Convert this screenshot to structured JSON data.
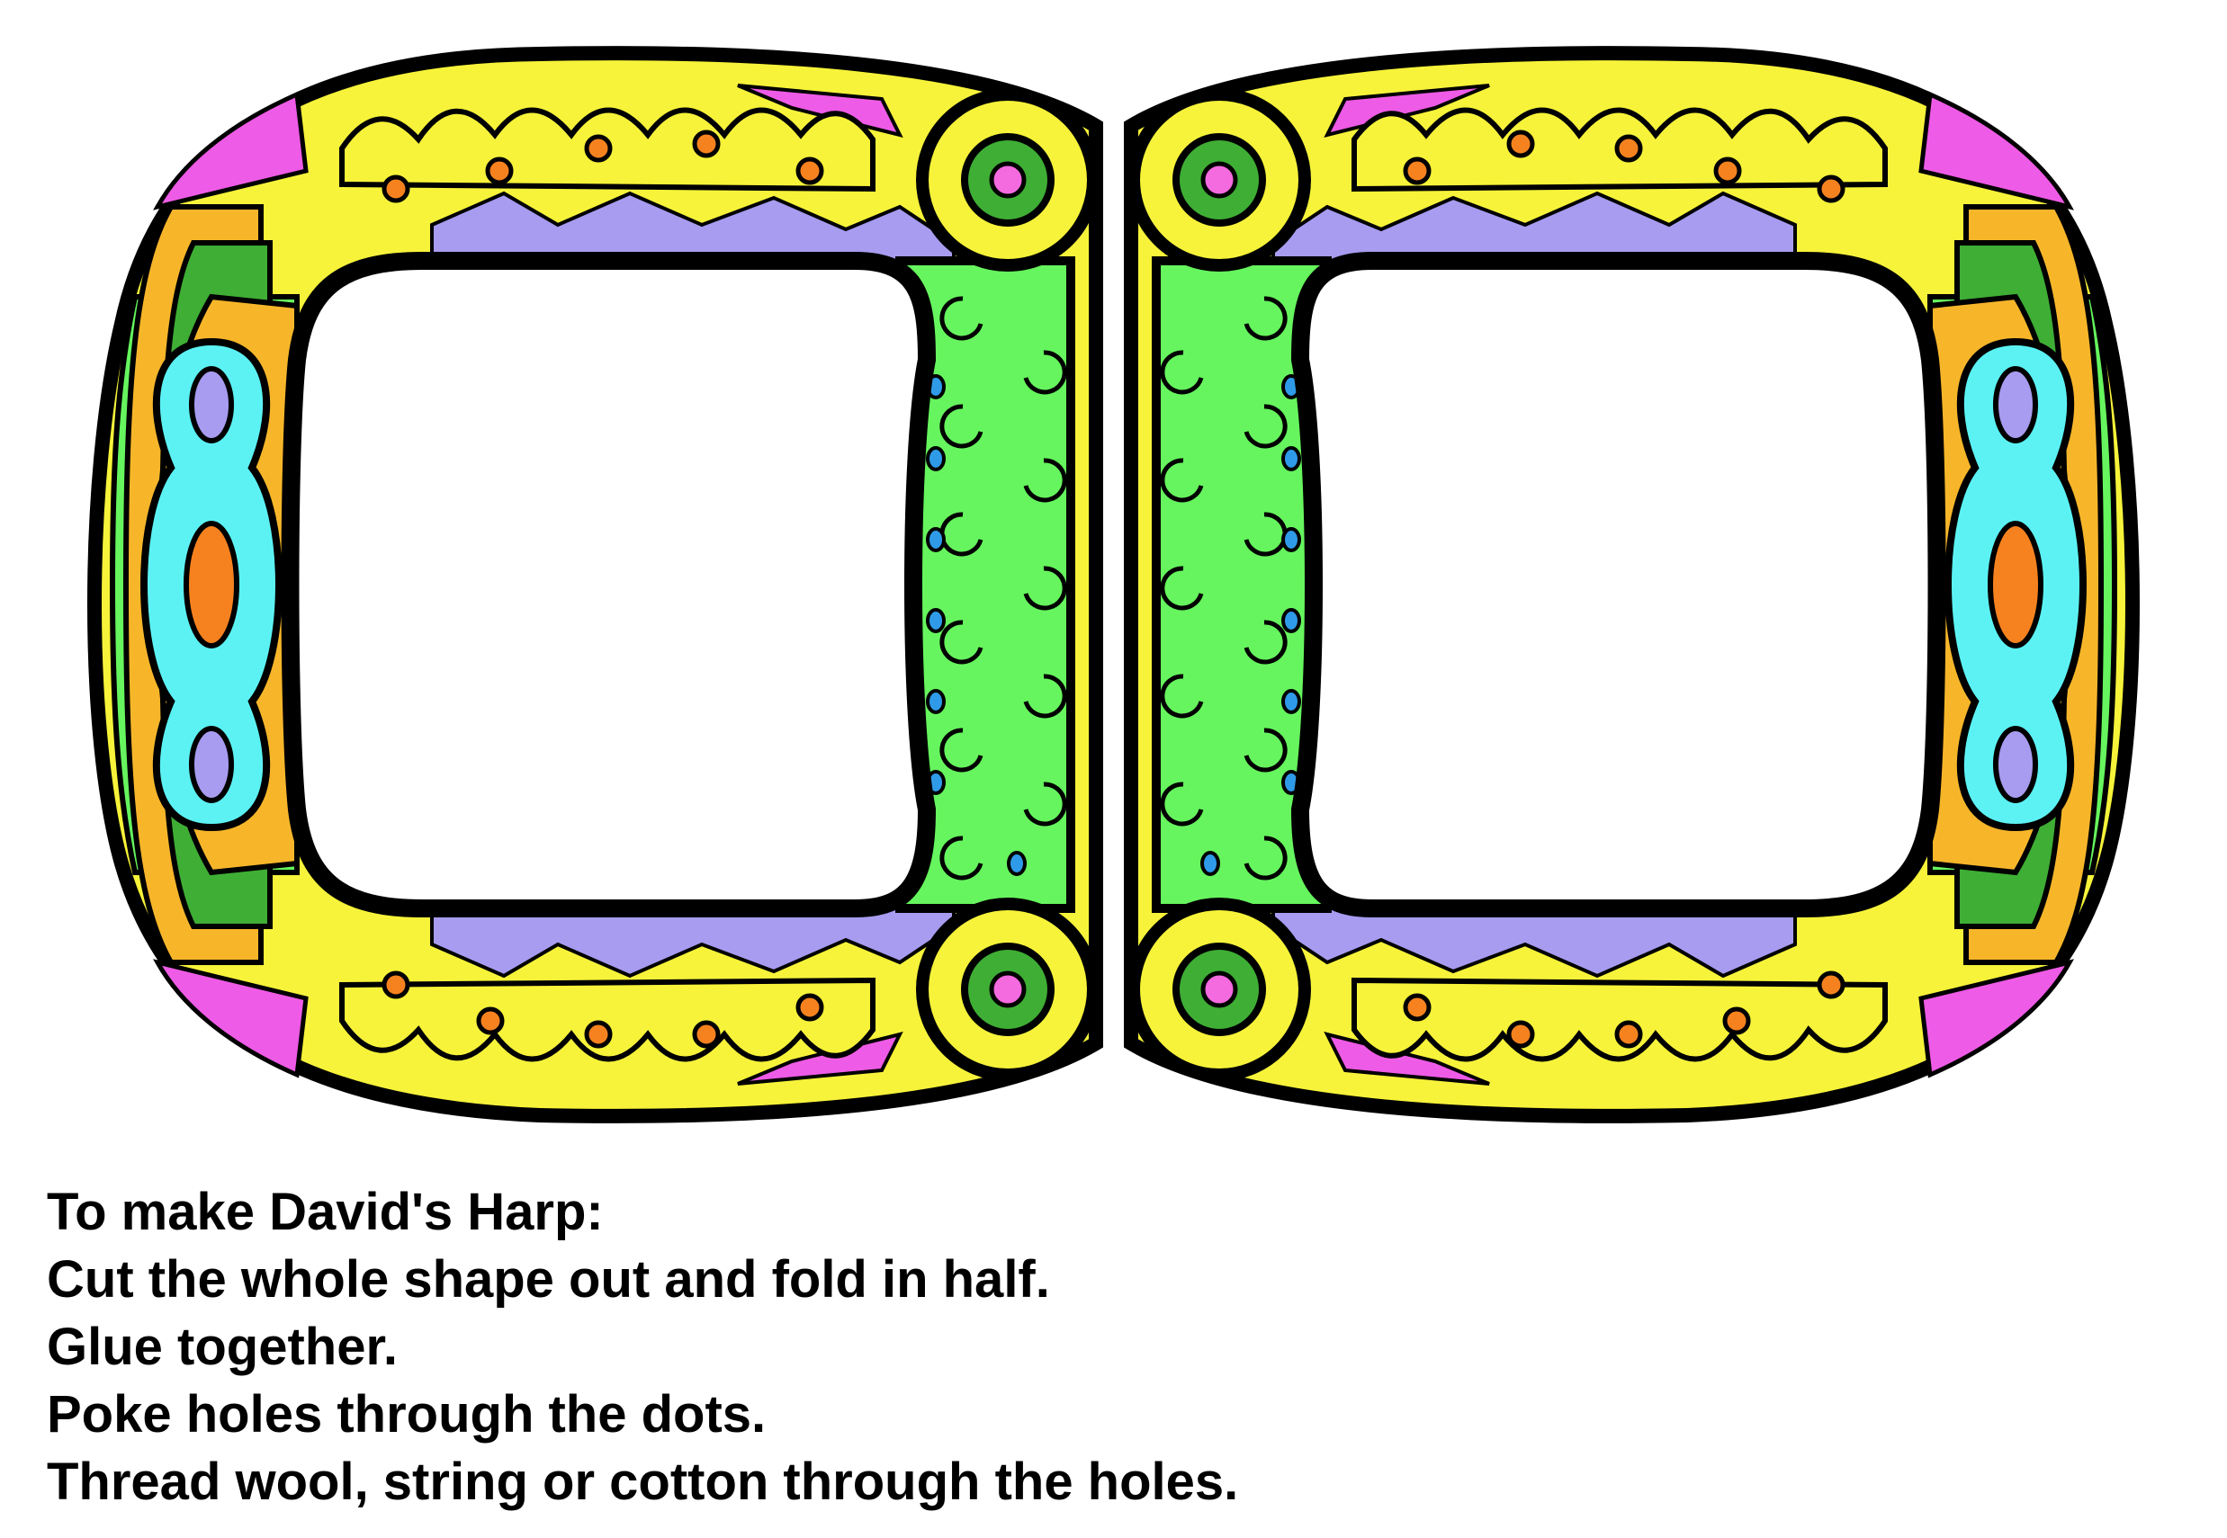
{
  "instructions": {
    "lines": [
      "To make David's Harp:",
      "Cut the whole shape out and fold in half.",
      "Glue together.",
      "Poke holes through the dots.",
      "Thread wool, string or cotton through the holes."
    ]
  },
  "illustration": {
    "subject": "decorated harp frame template",
    "colors": {
      "outline": "#000000",
      "yellow": "#f6f33a",
      "magenta": "#ee5be6",
      "violet": "#a79cf0",
      "orange": "#f7b62a",
      "green": "#3fae35",
      "light_green": "#66f55e",
      "cyan": "#5cf2f4",
      "orange_dot": "#f6821f",
      "pink_dot": "#f46adf",
      "blue_dot": "#2f9be8"
    }
  }
}
